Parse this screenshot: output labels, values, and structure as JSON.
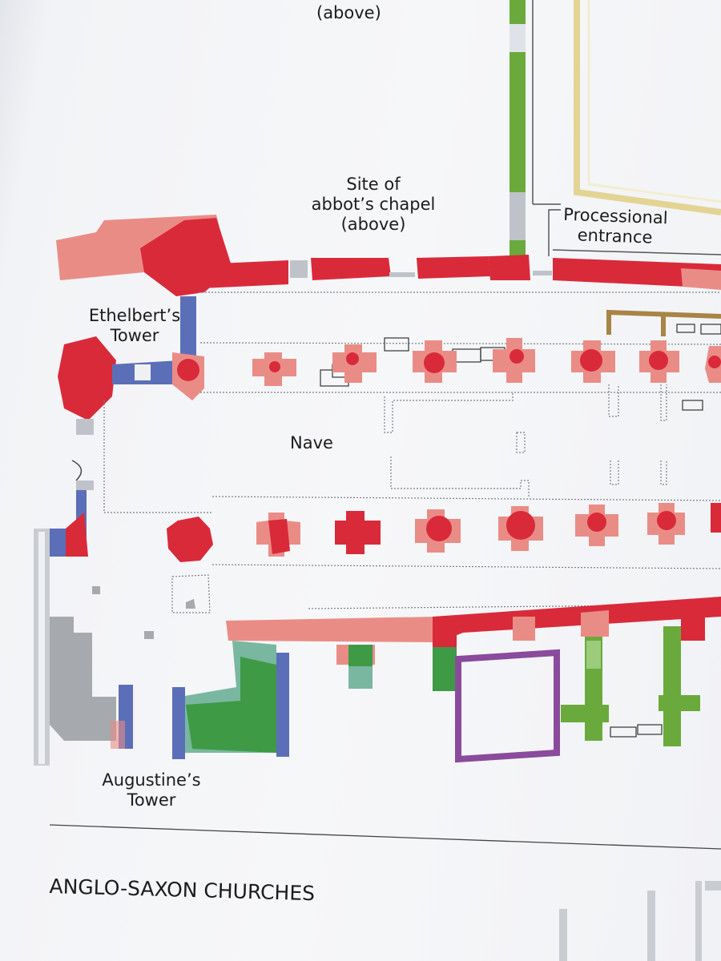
{
  "labels": {
    "above_top": "(above)",
    "abbots_chapel_line1": "Site of",
    "abbots_chapel_line2": "abbot’s chapel",
    "abbots_chapel_line3": "(above)",
    "processional_line1": "Processional",
    "processional_line2": "entrance",
    "ethelbert_line1": "Ethelbert’s",
    "ethelbert_line2": "Tower",
    "nave": "Nave",
    "augustine_line1": "Augustine’s",
    "augustine_line2": "Tower"
  },
  "section_title": "ANGLO-SAXON CHURCHES",
  "colors": {
    "red": "#d92a3a",
    "pink": "#ea8c86",
    "blue": "#5b6fb8",
    "green": "#6aaa3c",
    "dark_green": "#3f9a46",
    "teal": "#79b7a0",
    "purple": "#8a4b9c",
    "yellow_outline": "#e3d494",
    "brown": "#a88446",
    "grey": "#9a9ea4"
  }
}
